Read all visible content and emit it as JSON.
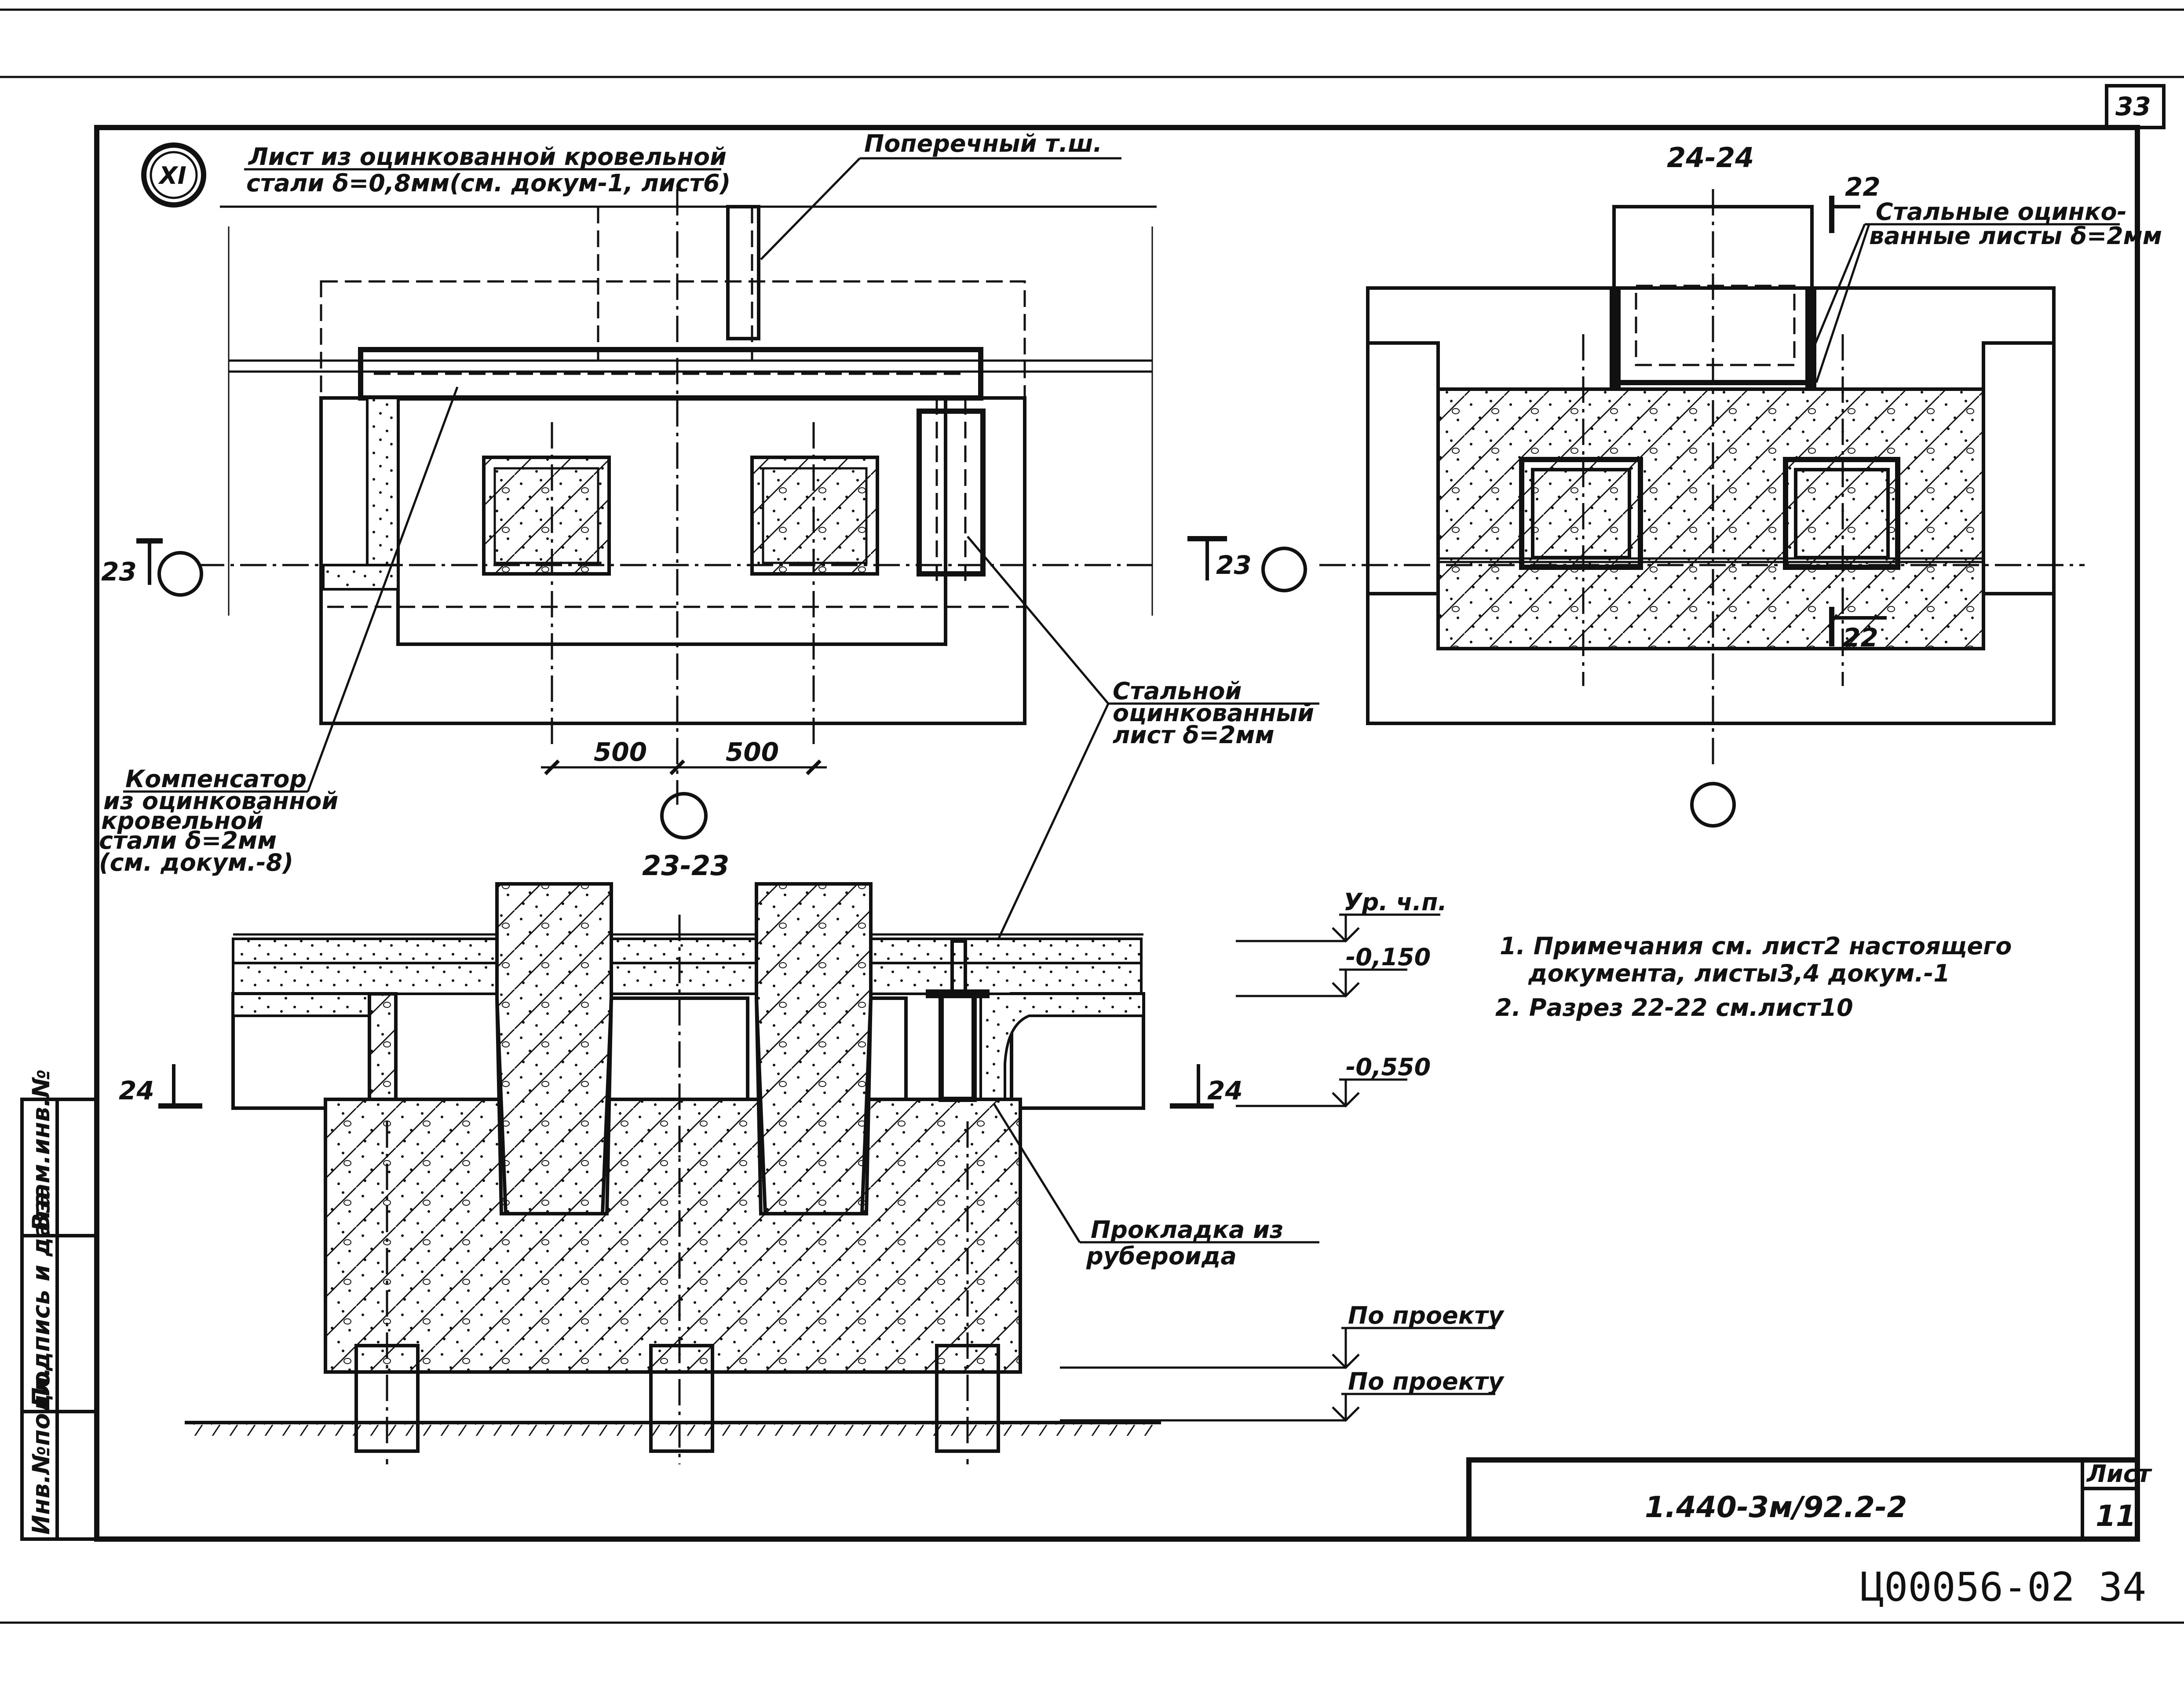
{
  "sheet": {
    "page_number": "33",
    "node_mark": "XI",
    "sheet_label": "Лист",
    "sheet_number": "11",
    "doc_code": "1.440-3м/92.2-2",
    "stamp": "Ц00056-02   34"
  },
  "side_strip": [
    "Инв.№подл.",
    "Подпись и дата",
    "Взам.инв.№"
  ],
  "plan": {
    "label_sheet": [
      "Лист из оцинкованной кровельной",
      "стали δ=0,8мм(см. докум-1, лист6)"
    ],
    "label_joint": "Поперечный т.ш.",
    "label_comp": [
      "Компенсатор",
      "из оцинкованной",
      "кровельной",
      "стали δ=2мм",
      "(см. докум.-8)"
    ],
    "label_steel": [
      "Стальной",
      "оцинкованный",
      "лист δ=2мм"
    ],
    "dim_left": "500",
    "dim_right": "500",
    "cut_left": "23",
    "cut_right": "23"
  },
  "section_24": {
    "title": "24-24",
    "cut_num": "22",
    "label": [
      "Стальные оцинко-",
      "ванные листы δ=2мм"
    ],
    "cut_num_bottom": "22",
    "cut_left": "23"
  },
  "section_23": {
    "title": "23-23",
    "cut_left": "24",
    "cut_right": "24",
    "label_pad": [
      "Прокладка из",
      "рубероида"
    ],
    "levels": [
      "Ур. ч.п.",
      "-0,150",
      "-0,550",
      "По проекту",
      "По проекту"
    ]
  },
  "notes": [
    "1. Примечания см. лист2 настоящего",
    "документа, листы3,4 докум.-1",
    "2. Разрез 22-22 см.лист10"
  ]
}
